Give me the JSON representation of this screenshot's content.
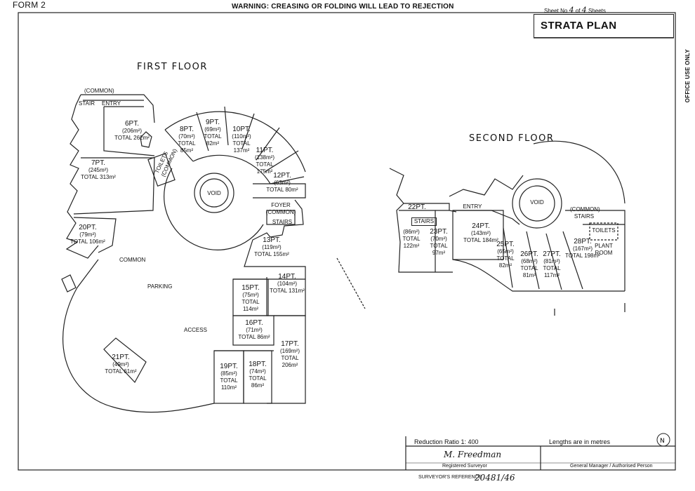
{
  "header": {
    "form": "FORM 2",
    "warning": "WARNING: CREASING OR FOLDING WILL LEAD TO REJECTION",
    "sheet_prefix": "Sheet No",
    "sheet_no": "4",
    "sheet_of": "of",
    "sheet_total": "4",
    "sheet_suffix": "Sheets",
    "plan_type": "STRATA PLAN",
    "office_use": "OFFICE USE ONLY"
  },
  "first_floor": {
    "title": "FIRST FLOOR",
    "common_top": "(COMMON)",
    "stair": "STAIR",
    "entry": "ENTRY",
    "void": "VOID",
    "toilets": "TOILETS (COMMON)",
    "foyer": "FOYER (COMMON)",
    "stairs": "STAIRS",
    "common": "COMMON",
    "parking": "PARKING",
    "access": "ACCESS",
    "lot_6": {
      "lot": "6PT.",
      "area": "(206m²)",
      "total": "TOTAL 262m²"
    },
    "lot_7": {
      "lot": "7PT.",
      "area": "(245m²)",
      "total": "TOTAL 313m²"
    },
    "lot_8": {
      "lot": "8PT.",
      "area": "(70m²)",
      "total": "TOTAL 85m²"
    },
    "lot_9": {
      "lot": "9PT.",
      "area": "(69m²)",
      "total": "TOTAL 82m²"
    },
    "lot_10": {
      "lot": "10PT.",
      "area": "(110m²)",
      "total": "TOTAL 137m²"
    },
    "lot_11": {
      "lot": "11PT.",
      "area": "(138m²)",
      "total": "TOTAL 175m²"
    },
    "lot_12": {
      "lot": "12PT.",
      "area": "(63m²)",
      "total": "TOTAL 80m²"
    },
    "lot_13": {
      "lot": "13PT.",
      "area": "(119m²)",
      "total": "TOTAL 155m²"
    },
    "lot_14": {
      "lot": "14PT.",
      "area": "(104m²)",
      "total": "TOTAL 131m²"
    },
    "lot_15": {
      "lot": "15PT.",
      "area": "(75m²)",
      "total": "TOTAL 114m²"
    },
    "lot_16": {
      "lot": "16PT.",
      "area": "(71m²)",
      "total": "TOTAL 86m²"
    },
    "lot_17": {
      "lot": "17PT.",
      "area": "(169m²)",
      "total": "TOTAL 206m²"
    },
    "lot_18": {
      "lot": "18PT.",
      "area": "(74m²)",
      "total": "TOTAL 86m²"
    },
    "lot_19": {
      "lot": "19PT.",
      "area": "(85m²)",
      "total": "TOTAL 110m²"
    },
    "lot_20": {
      "lot": "20PT.",
      "area": "(79m²)",
      "total": "TOTAL 106m²"
    },
    "lot_21": {
      "lot": "21PT.",
      "area": "(49m²)",
      "total": "TOTAL 61m²"
    }
  },
  "second_floor": {
    "title": "SECOND FLOOR",
    "void": "VOID",
    "entry": "ENTRY",
    "stairs": "STAIRS",
    "common": "(COMMON)",
    "toilets": "TOILETS",
    "stairs2": "STAIRS",
    "plant_room": "PLANT ROOM",
    "lot_22": {
      "lot": "22PT."
    },
    "lot_22_area": {
      "area": "(86m²)",
      "total": "TOTAL 122m²"
    },
    "lot_23": {
      "lot": "23PT.",
      "area": "(70m²)",
      "total": "TOTAL 97m²"
    },
    "lot_24": {
      "lot": "24PT.",
      "area": "(143m²)",
      "total": "TOTAL 184m²"
    },
    "lot_25": {
      "lot": "25PT.",
      "area": "(65m²)",
      "total": "TOTAL 82m²"
    },
    "lot_26": {
      "lot": "26PT.",
      "area": "(68m²)",
      "total": "TOTAL 81m²"
    },
    "lot_27": {
      "lot": "27PT.",
      "area": "(81m²)",
      "total": "TOTAL 117m²"
    },
    "lot_28": {
      "lot": "28PT.",
      "area": "(167m²)",
      "total": "TOTAL 198m²"
    }
  },
  "footer": {
    "reduction": "Reduction Ratio 1: 400",
    "lengths": "Lengths are in metres",
    "signature": "M. Freedman",
    "surveyor": "Registered Surveyor",
    "manager": "General Manager / Authorised Person",
    "reference_label": "SURVEYOR'S REFERENCE",
    "reference": "20481/46"
  }
}
